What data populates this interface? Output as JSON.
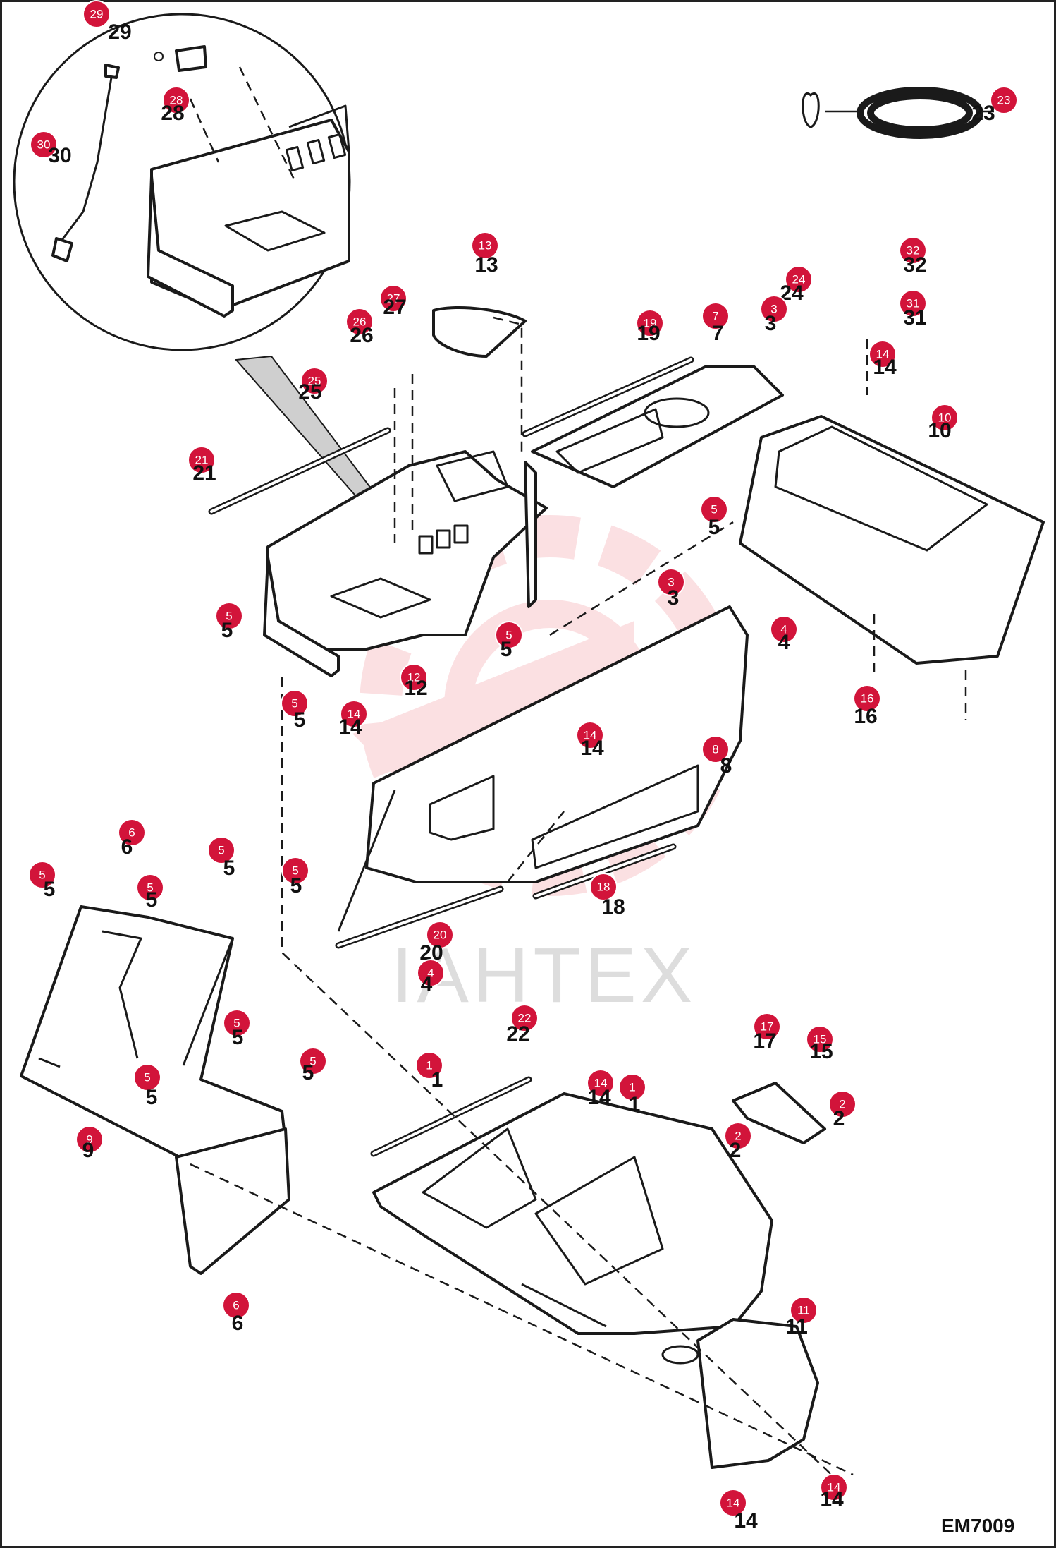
{
  "diagram_code": "EM7009",
  "watermark_text": "IAHTEX",
  "colors": {
    "callout": "#d2143a",
    "watermark": "#f4c2c6",
    "line": "#1a1a1a"
  },
  "callouts": [
    {
      "id": "29",
      "label": "29"
    },
    {
      "id": "28",
      "label": "28"
    },
    {
      "id": "30",
      "label": "30"
    },
    {
      "id": "23",
      "label": "23"
    },
    {
      "id": "13",
      "label": "13"
    },
    {
      "id": "32",
      "label": "32"
    },
    {
      "id": "24",
      "label": "24"
    },
    {
      "id": "31",
      "label": "31"
    },
    {
      "id": "27",
      "label": "27"
    },
    {
      "id": "26",
      "label": "26"
    },
    {
      "id": "19",
      "label": "19"
    },
    {
      "id": "7",
      "label": "7"
    },
    {
      "id": "3a",
      "label": "3"
    },
    {
      "id": "14a",
      "label": "14"
    },
    {
      "id": "25",
      "label": "25"
    },
    {
      "id": "10",
      "label": "10"
    },
    {
      "id": "21",
      "label": "21"
    },
    {
      "id": "5a",
      "label": "5"
    },
    {
      "id": "3b",
      "label": "3"
    },
    {
      "id": "5b",
      "label": "5"
    },
    {
      "id": "4a",
      "label": "4"
    },
    {
      "id": "5c",
      "label": "5"
    },
    {
      "id": "12",
      "label": "12"
    },
    {
      "id": "16",
      "label": "16"
    },
    {
      "id": "5d",
      "label": "5"
    },
    {
      "id": "14b",
      "label": "14"
    },
    {
      "id": "14c",
      "label": "14"
    },
    {
      "id": "8",
      "label": "8"
    },
    {
      "id": "6a",
      "label": "6"
    },
    {
      "id": "5e",
      "label": "5"
    },
    {
      "id": "5f",
      "label": "5"
    },
    {
      "id": "5g",
      "label": "5"
    },
    {
      "id": "5h",
      "label": "5"
    },
    {
      "id": "18",
      "label": "18"
    },
    {
      "id": "20",
      "label": "20"
    },
    {
      "id": "4b",
      "label": "4"
    },
    {
      "id": "22",
      "label": "22"
    },
    {
      "id": "17",
      "label": "17"
    },
    {
      "id": "15",
      "label": "15"
    },
    {
      "id": "5i",
      "label": "5"
    },
    {
      "id": "5j",
      "label": "5"
    },
    {
      "id": "5k",
      "label": "5"
    },
    {
      "id": "1a",
      "label": "1"
    },
    {
      "id": "14d",
      "label": "14"
    },
    {
      "id": "1b",
      "label": "1"
    },
    {
      "id": "2a",
      "label": "2"
    },
    {
      "id": "2b",
      "label": "2"
    },
    {
      "id": "9",
      "label": "9"
    },
    {
      "id": "6b",
      "label": "6"
    },
    {
      "id": "11",
      "label": "11"
    },
    {
      "id": "14e",
      "label": "14"
    },
    {
      "id": "14f",
      "label": "14"
    }
  ]
}
